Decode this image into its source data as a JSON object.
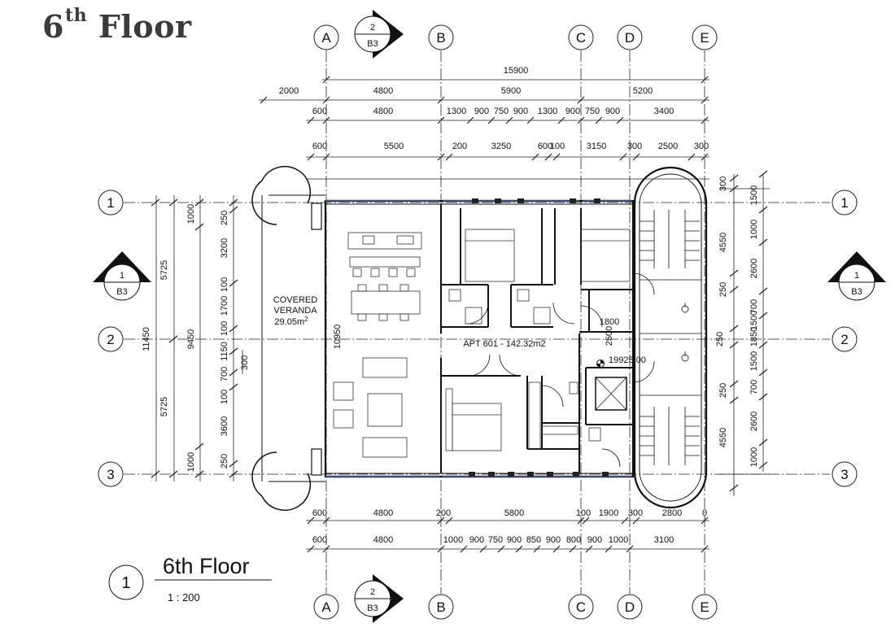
{
  "header": {
    "title_main": "6",
    "title_sup": "th",
    "title_rest": "Floor"
  },
  "grid": {
    "columns": [
      "A",
      "B",
      "C",
      "D",
      "E"
    ],
    "rows": [
      "1",
      "2",
      "3"
    ]
  },
  "section_markers": {
    "top": {
      "number": "2",
      "ref": "B3"
    },
    "bottom": {
      "number": "2",
      "ref": "B3"
    },
    "left": {
      "number": "1",
      "ref": "B3"
    },
    "right": {
      "number": "1",
      "ref": "B3"
    }
  },
  "dimensions": {
    "top_overall": "15900",
    "top_left_offset": "2000",
    "top_bays": [
      "4800",
      "5900",
      "5200"
    ],
    "top_row2": [
      "600",
      "4800",
      "1300",
      "900",
      "750",
      "900",
      "1300",
      "900",
      "750",
      "900",
      "3400"
    ],
    "top_row3": [
      "600",
      "5500",
      "200",
      "3250",
      "600",
      "100",
      "3150",
      "300",
      "2500",
      "300"
    ],
    "bottom_row1": [
      "600",
      "4800",
      "200",
      "5800",
      "100",
      "1900",
      "300",
      "2800",
      "0"
    ],
    "bottom_row2": [
      "600",
      "4800",
      "1000",
      "900",
      "750",
      "900",
      "850",
      "900",
      "800",
      "900",
      "1000",
      "3100"
    ],
    "left_overall": "11450",
    "left_mid": "9450",
    "left_halves": [
      "5725",
      "5725"
    ],
    "left_inner_a": [
      "1000",
      "1000"
    ],
    "left_inner_b": [
      "250",
      "3200",
      "100",
      "1700",
      "100",
      "1150",
      "700",
      "100",
      "3600",
      "250"
    ],
    "left_inner_c": [
      "300"
    ],
    "right_outer": [
      "1500",
      "1000",
      "2600",
      "700",
      "1500",
      "1850",
      "1500",
      "700",
      "2600",
      "1000"
    ],
    "right_inner": [
      "300",
      "4550",
      "250",
      "250",
      "250",
      "4550"
    ],
    "interior_1800": "1800",
    "interior_2500": "2500",
    "interior_10950": "10950"
  },
  "rooms": {
    "veranda_line1": "COVERED",
    "veranda_line2": "VERANDA",
    "veranda_area": "29.05m",
    "veranda_area_sup": "2",
    "apartment": "APT 601 - 142.32m2",
    "level": "19925.00"
  },
  "view_label": {
    "number": "1",
    "title": "6th Floor",
    "scale": "1 : 200"
  }
}
